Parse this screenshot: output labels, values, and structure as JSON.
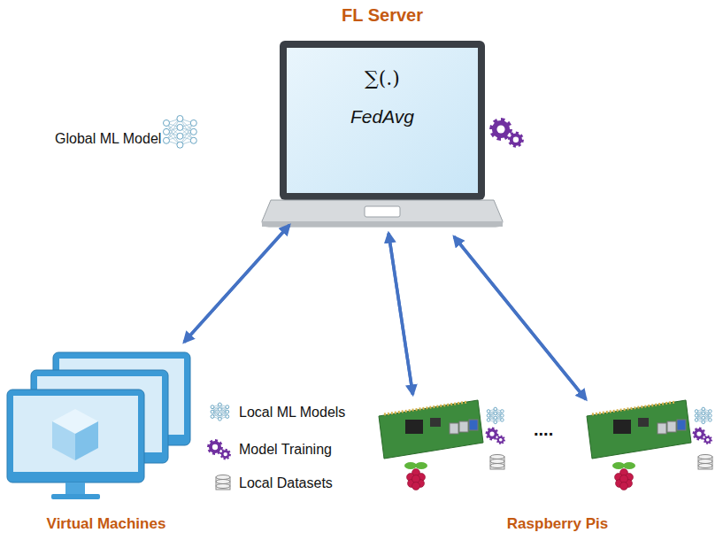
{
  "diagram": {
    "nodes": [
      {
        "text": [
          "FL Server",
          "∑(.)",
          "FedAvg"
        ]
      },
      {
        "text": [
          "Virtual Machines"
        ]
      },
      {
        "text": [
          "Raspberry Pis"
        ]
      },
      {
        "text": [],
        "in": 2
      },
      {
        "text": [],
        "in": 2
      }
    ],
    "edges": [
      {
        "from": 0,
        "to": 1,
        "arrow": "to"
      },
      {
        "from": 1,
        "to": 0,
        "arrow": "to"
      },
      {
        "from": 0,
        "to": 3,
        "arrow": "to"
      },
      {
        "from": 3,
        "to": 0,
        "arrow": "to"
      },
      {
        "from": 0,
        "to": 4,
        "arrow": "to"
      },
      {
        "from": 4,
        "to": 0,
        "arrow": "to"
      }
    ],
    "labels": [
      "Global ML Model",
      "Local ML Models",
      "Model Training",
      "Local Datasets",
      "...."
    ]
  }
}
